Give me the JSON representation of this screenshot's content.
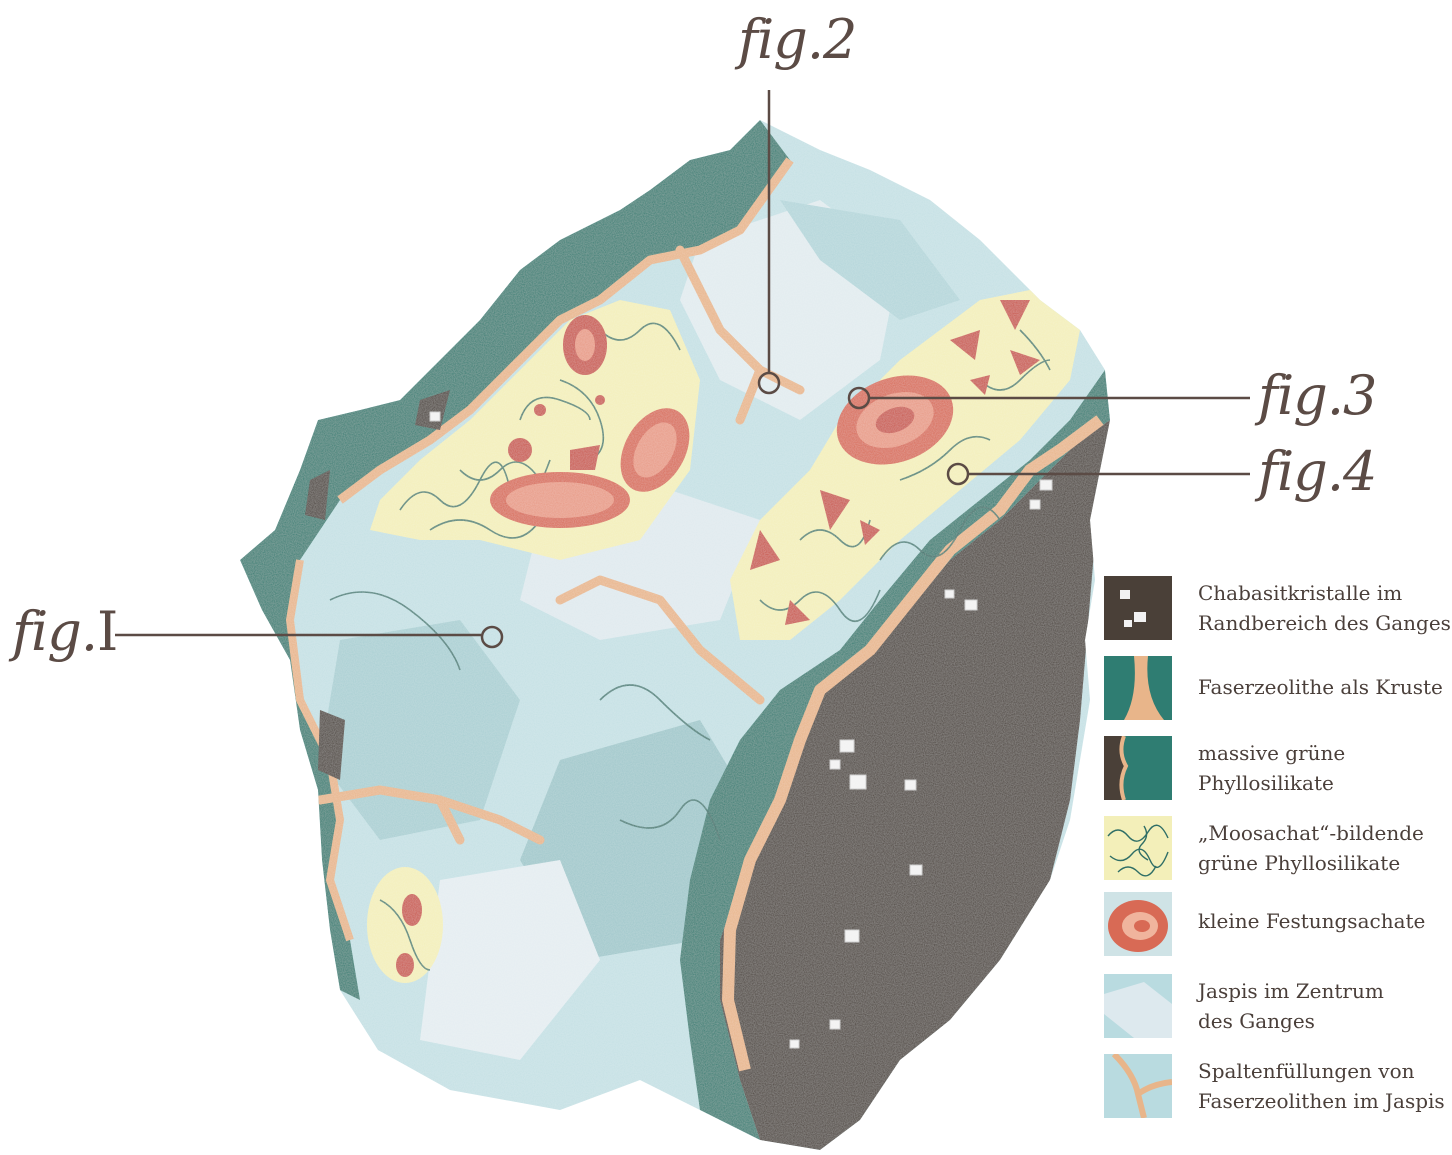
{
  "figure_labels": [
    "fig.1",
    "fig.2",
    "fig.3",
    "fig.4"
  ],
  "fig_label_display": {
    "fig1": {
      "prefix": "fig.",
      "num": "I"
    },
    "fig2": {
      "prefix": "fig.",
      "num": "2"
    },
    "fig3": {
      "prefix": "fig.",
      "num": "3"
    },
    "fig4": {
      "prefix": "fig.",
      "num": "4"
    }
  },
  "legend": [
    {
      "lines": [
        "Chabasitkristalle im",
        "Randbereich des Ganges"
      ],
      "swatch": "chabasite"
    },
    {
      "lines": [
        "Faserzeolithe als Kruste"
      ],
      "swatch": "fiber-zeolite-crust"
    },
    {
      "lines": [
        "massive grüne",
        "Phyllosilikate"
      ],
      "swatch": "green-phyllosilicate"
    },
    {
      "lines": [
        "„Moosachat“-bildende",
        "grüne Phyllosilikate"
      ],
      "swatch": "moss-agate"
    },
    {
      "lines": [
        "kleine Festungsachate"
      ],
      "swatch": "fortification-agate"
    },
    {
      "lines": [
        "Jaspis im Zentrum",
        "des Ganges"
      ],
      "swatch": "jasper"
    },
    {
      "lines": [
        "Spaltenfüllungen von",
        "Faserzeolithen im Jaspis"
      ],
      "swatch": "fracture-fill"
    }
  ],
  "colors": {
    "dark_rock": "#4a4038",
    "green": "#2f7d72",
    "peach": "#e8b58a",
    "moss": "#f3efb9",
    "agate": "#d86a55",
    "jasper": "#b9dbe0",
    "jasper_light": "#dde9ee",
    "line": "#5b4b45"
  }
}
